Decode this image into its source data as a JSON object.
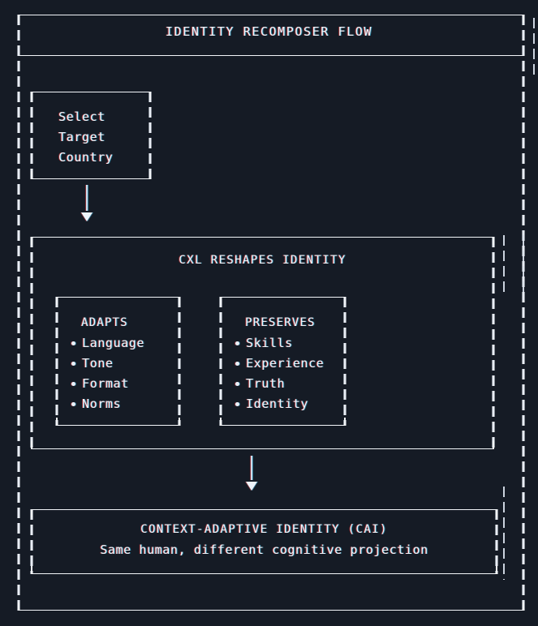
{
  "diagram": {
    "title": "IDENTITY RECOMPOSER FLOW",
    "background_color": "#151b25",
    "line_color": "#f2f5f9",
    "text_color": "#f0f4fa",
    "accent_cyan": "#3cd2ff",
    "accent_red": "#ff3c3c"
  },
  "step1": {
    "name": "select-target-country",
    "lines": [
      "Select",
      "Target",
      "Country"
    ]
  },
  "arrow1": {
    "glyph": "▼"
  },
  "step2": {
    "name": "cxl-reshapes-identity",
    "title": "CXL RESHAPES IDENTITY",
    "columns": [
      {
        "heading": "ADAPTS",
        "items": [
          "Language",
          "Tone",
          "Format",
          "Norms"
        ]
      },
      {
        "heading": "PRESERVES",
        "items": [
          "Skills",
          "Experience",
          "Truth",
          "Identity"
        ]
      }
    ]
  },
  "arrow2": {
    "glyph": "▼"
  },
  "step3": {
    "name": "context-adaptive-identity",
    "title": "CONTEXT-ADAPTIVE IDENTITY (CAI)",
    "subtitle": "Same human, different cognitive projection"
  }
}
